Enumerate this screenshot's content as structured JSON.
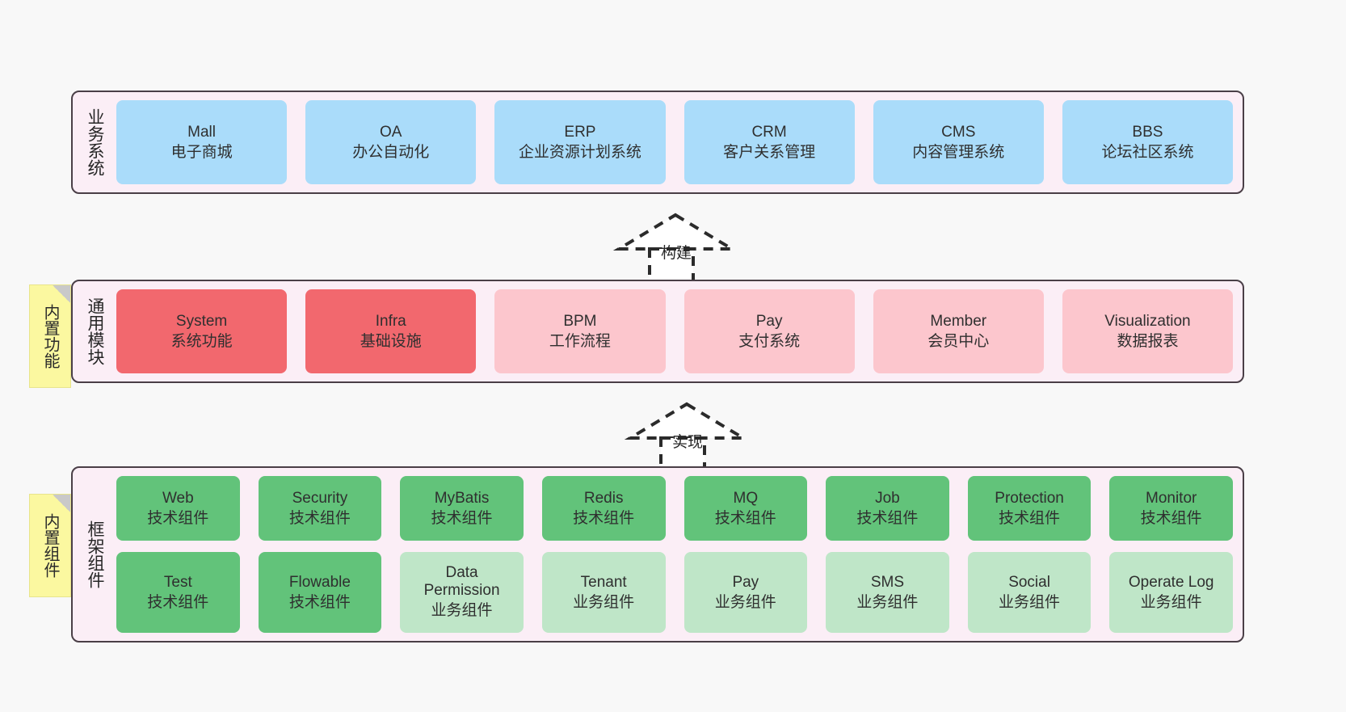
{
  "diagram": {
    "background": "#f8f8f8",
    "layer_fill": "#fbeef6",
    "layer_border": "#4a3f47",
    "colors": {
      "business": "#aadcfa",
      "core_module": "#f2686e",
      "module": "#fcc6cd",
      "tech_component": "#62c37a",
      "biz_component": "#bfe6c8",
      "sticky": "#fbf8a0"
    }
  },
  "layers": [
    {
      "id": "business-system",
      "title": "业务系统",
      "cards": [
        {
          "name": "Mall",
          "desc": "电子商城"
        },
        {
          "name": "OA",
          "desc": "办公自动化"
        },
        {
          "name": "ERP",
          "desc": "企业资源计划系统"
        },
        {
          "name": "CRM",
          "desc": "客户关系管理"
        },
        {
          "name": "CMS",
          "desc": "内容管理系统"
        },
        {
          "name": "BBS",
          "desc": "论坛社区系统"
        }
      ]
    },
    {
      "id": "common-module",
      "title": "通用模块",
      "sticky": "内置功能",
      "cards": [
        {
          "name": "System",
          "desc": "系统功能",
          "style": "c-red"
        },
        {
          "name": "Infra",
          "desc": "基础设施",
          "style": "c-red"
        },
        {
          "name": "BPM",
          "desc": "工作流程",
          "style": "c-pink"
        },
        {
          "name": "Pay",
          "desc": "支付系统",
          "style": "c-pink"
        },
        {
          "name": "Member",
          "desc": "会员中心",
          "style": "c-pink"
        },
        {
          "name": "Visualization",
          "desc": "数据报表",
          "style": "c-pink"
        }
      ]
    },
    {
      "id": "framework-component",
      "title": "框架组件",
      "sticky": "内置组件",
      "row1": [
        {
          "name": "Web",
          "desc": "技术组件"
        },
        {
          "name": "Security",
          "desc": "技术组件"
        },
        {
          "name": "MyBatis",
          "desc": "技术组件"
        },
        {
          "name": "Redis",
          "desc": "技术组件"
        },
        {
          "name": "MQ",
          "desc": "技术组件"
        },
        {
          "name": "Job",
          "desc": "技术组件"
        },
        {
          "name": "Protection",
          "desc": "技术组件"
        },
        {
          "name": "Monitor",
          "desc": "技术组件"
        }
      ],
      "row2": [
        {
          "name": "Test",
          "desc": "技术组件",
          "style": "c-green"
        },
        {
          "name": "Flowable",
          "desc": "技术组件",
          "style": "c-green"
        },
        {
          "name": "Data Permission",
          "desc": "业务组件",
          "style": "c-greenlight"
        },
        {
          "name": "Tenant",
          "desc": "业务组件",
          "style": "c-greenlight"
        },
        {
          "name": "Pay",
          "desc": "业务组件",
          "style": "c-greenlight"
        },
        {
          "name": "SMS",
          "desc": "业务组件",
          "style": "c-greenlight"
        },
        {
          "name": "Social",
          "desc": "业务组件",
          "style": "c-greenlight"
        },
        {
          "name": "Operate Log",
          "desc": "业务组件",
          "style": "c-greenlight"
        }
      ]
    }
  ],
  "arrows": [
    {
      "id": "arrow-build",
      "label": "构建"
    },
    {
      "id": "arrow-implement",
      "label": "实现"
    }
  ]
}
